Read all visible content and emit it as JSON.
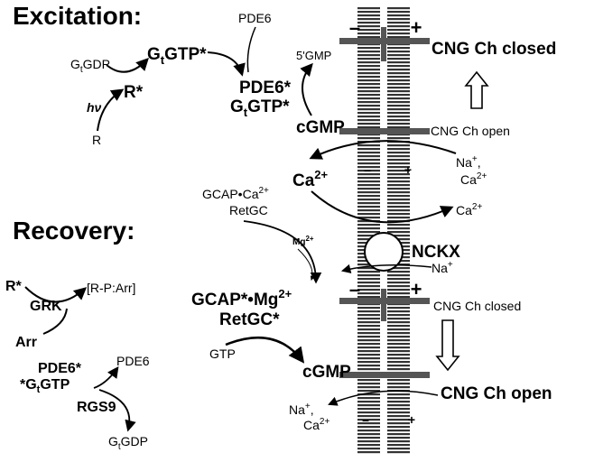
{
  "excitation": {
    "title": "Excitation:",
    "gt_gdp": {
      "g": "G",
      "sub": "t",
      "rest": "GDP"
    },
    "gt_gtp_star": {
      "g": "G",
      "sub": "t",
      "rest": "GTP*"
    },
    "pde6": "PDE6",
    "five_gmp": "5'GMP",
    "pde6_star": "PDE6*",
    "pde6_gt_gtp": {
      "g": "G",
      "sub": "t",
      "rest": "GTP*"
    },
    "r_star": "R*",
    "hv": "hν",
    "r": "R",
    "cgmp": "cGMP"
  },
  "membrane": {
    "minus": "–",
    "plus": "+"
  },
  "channel": {
    "closed_top": "CNG Ch closed",
    "open_mid": "CNG Ch open",
    "closed_mid": "CNG Ch closed",
    "open_bottom": "CNG Ch open"
  },
  "ions": {
    "na": "Na",
    "na_sup": "+",
    "comma": ",",
    "ca": "Ca",
    "ca_sup": "2+",
    "mg": "Mg",
    "mg_sup": "2+"
  },
  "recovery": {
    "title": "Recovery:",
    "gcap_ca": {
      "a": "GCAP•Ca",
      "sup": "2+"
    },
    "retgc": "RetGC",
    "ca_center": {
      "a": "Ca",
      "sup": "2+"
    },
    "nckx": "NCKX",
    "gcap_mg": {
      "a": "GCAP*•Mg",
      "sup": "2+"
    },
    "retgc_star": "RetGC*",
    "gtp": "GTP",
    "cgmp": "cGMP",
    "r_star": "R*",
    "grk": "GRK",
    "r_p_arr": "[R-P:Arr]",
    "arr": "Arr",
    "pde6_star": "PDE6*",
    "gt_gtp": {
      "pre": "*G",
      "sub": "t",
      "rest": "GTP"
    },
    "pde6": "PDE6",
    "rgs9": "RGS9",
    "gt_gdp": {
      "g": "G",
      "sub": "t",
      "rest": "GDP"
    }
  }
}
